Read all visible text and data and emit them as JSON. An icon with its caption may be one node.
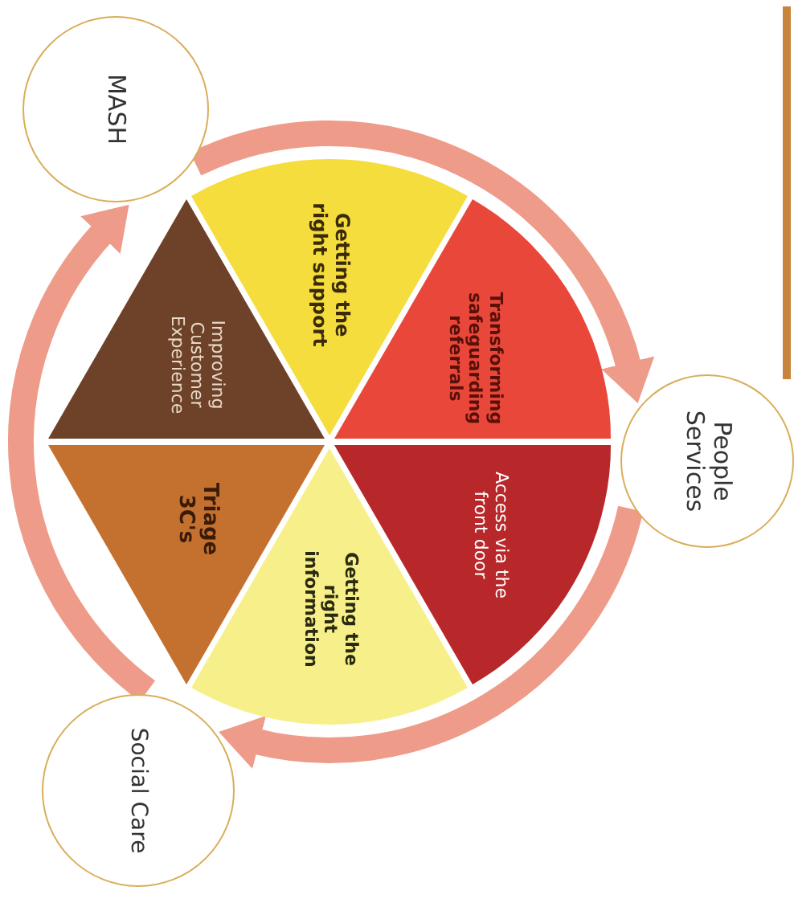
{
  "diagram": {
    "nodes": [
      {
        "text": [
          "MASH"
        ]
      },
      {
        "text": [
          "Getting the right support"
        ]
      },
      {
        "text": [
          "Improving Customer Experience"
        ]
      },
      {
        "text": [
          "Transforming safeguarding referrals"
        ]
      },
      {
        "text": [
          "People Services"
        ]
      },
      {
        "text": [
          "Access via the front door"
        ]
      },
      {
        "text": [
          "Getting the right information"
        ]
      },
      {
        "text": [
          "Triage 3C's"
        ]
      },
      {
        "text": [
          "Social Care"
        ]
      }
    ],
    "edges": [
      {
        "from": 0,
        "to": 4,
        "arrow": "to"
      },
      {
        "from": 4,
        "to": 8,
        "arrow": "to"
      },
      {
        "from": 8,
        "to": 0,
        "arrow": "to"
      }
    ]
  }
}
